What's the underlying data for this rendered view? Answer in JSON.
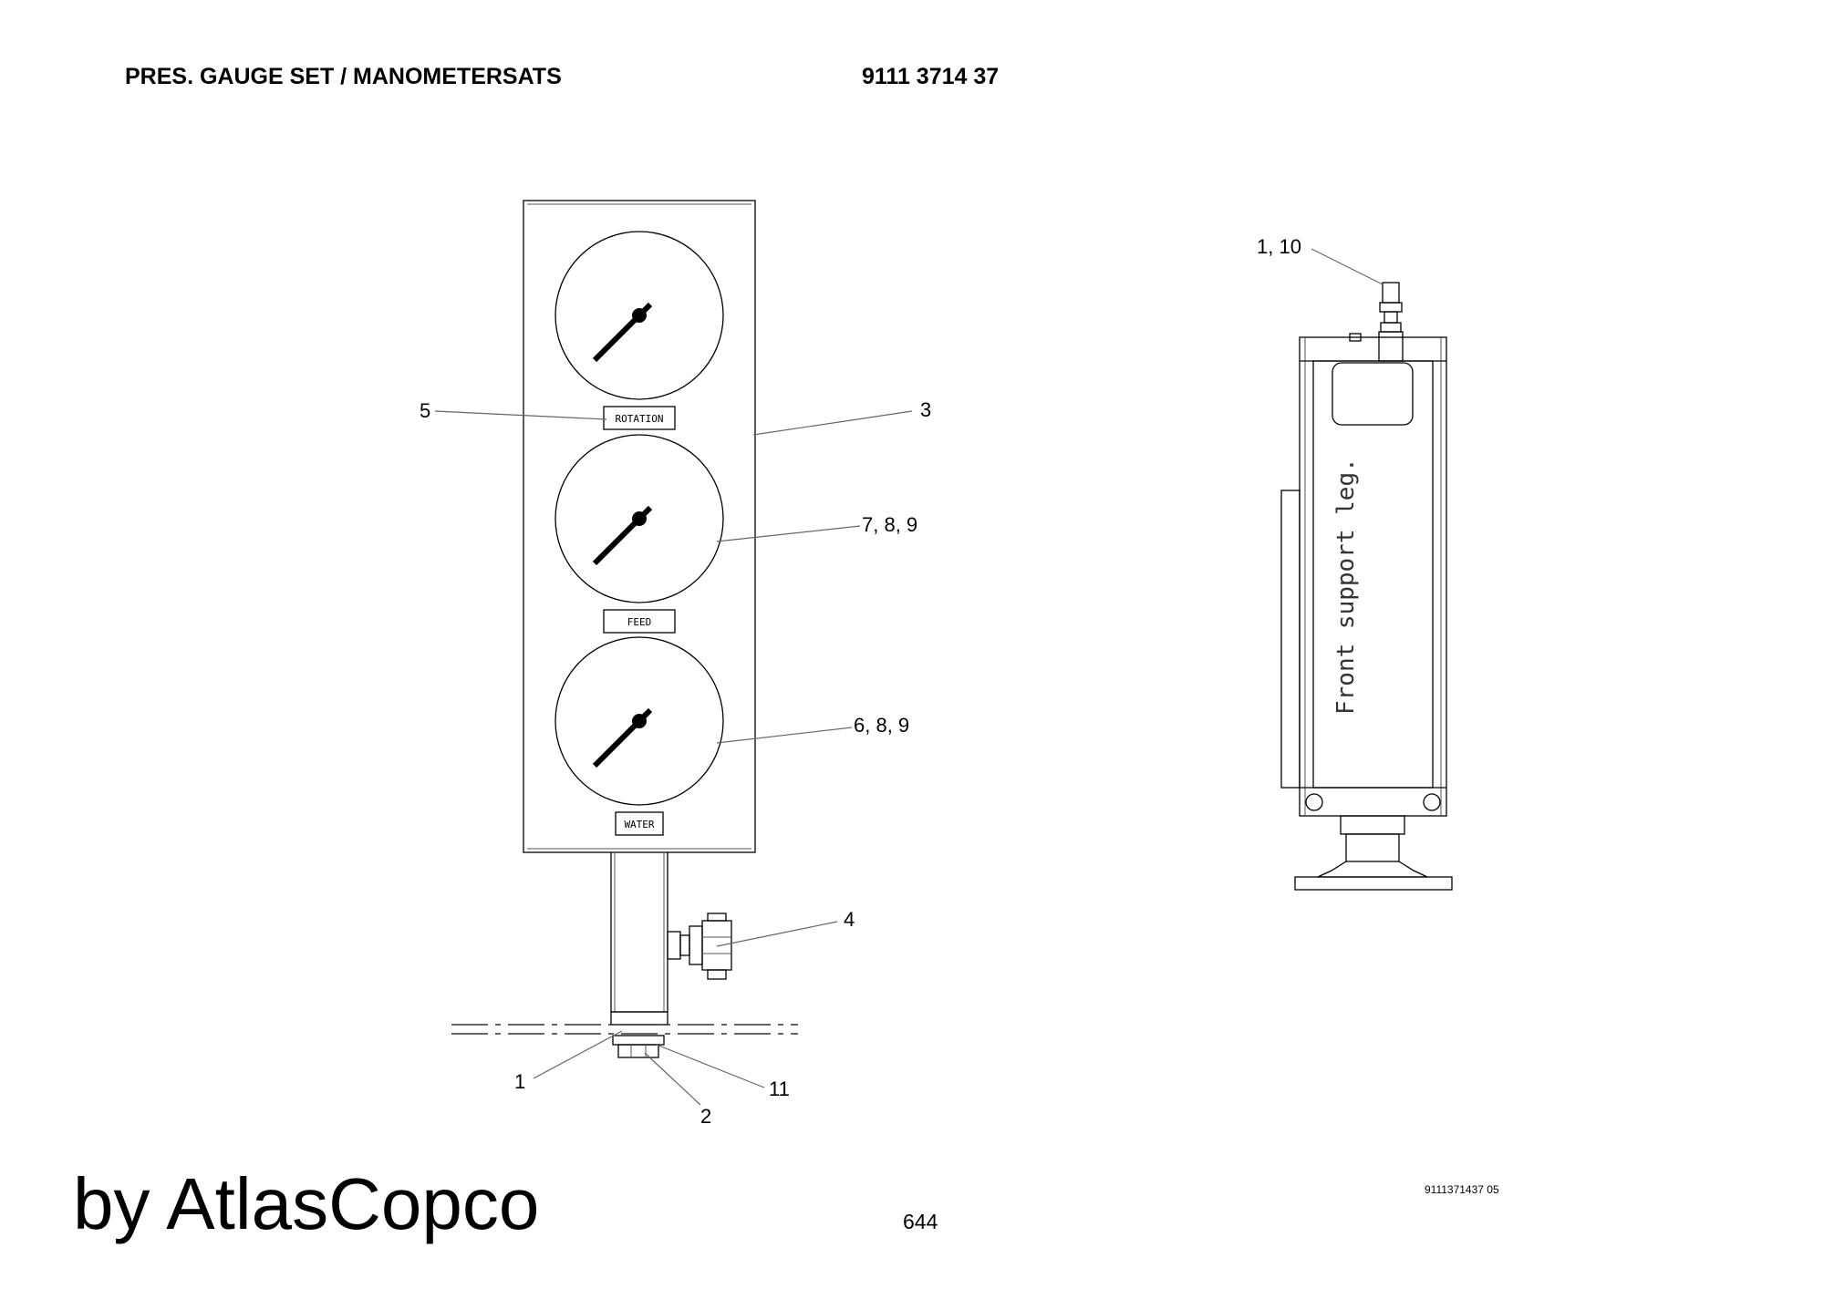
{
  "header": {
    "title": "PRES. GAUGE SET / MANOMETERSATS",
    "part_number": "9111 3714 37"
  },
  "plates": {
    "rotation": "ROTATION",
    "feed": "FEED",
    "water": "WATER"
  },
  "side_view_text": "Front support leg.",
  "callouts": {
    "c_1_10": "1, 10",
    "c_5": "5",
    "c_3": "3",
    "c_7_8_9": "7, 8, 9",
    "c_6_8_9": "6, 8, 9",
    "c_4": "4",
    "c_1": "1",
    "c_11": "11",
    "c_2": "2"
  },
  "footer": {
    "brand": "by AtlasCopco",
    "page_number": "644",
    "drawing_ref": "9111371437 05"
  }
}
